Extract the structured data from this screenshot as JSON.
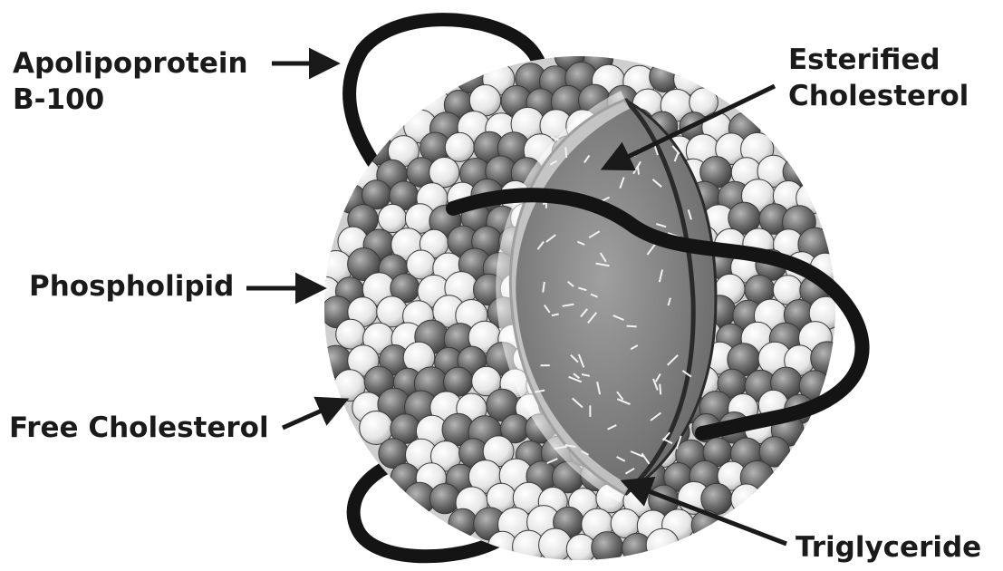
{
  "labels": {
    "apolipoprotein": {
      "line1": "Apolipoprotein",
      "line2": "B-100"
    },
    "esterified_cholesterol": {
      "line1": "Esterified",
      "line2": "Cholesterol"
    },
    "phospholipid": "Phospholipid",
    "free_cholesterol": "Free Cholesterol",
    "triglyceride": "Triglyceride"
  },
  "colors": {
    "outline": "#1a1a1a",
    "dark_sphere": "#6e6e6e",
    "light_sphere": "#e6e6e6",
    "core": "#8a8a8a",
    "protein_band": "#141414"
  }
}
